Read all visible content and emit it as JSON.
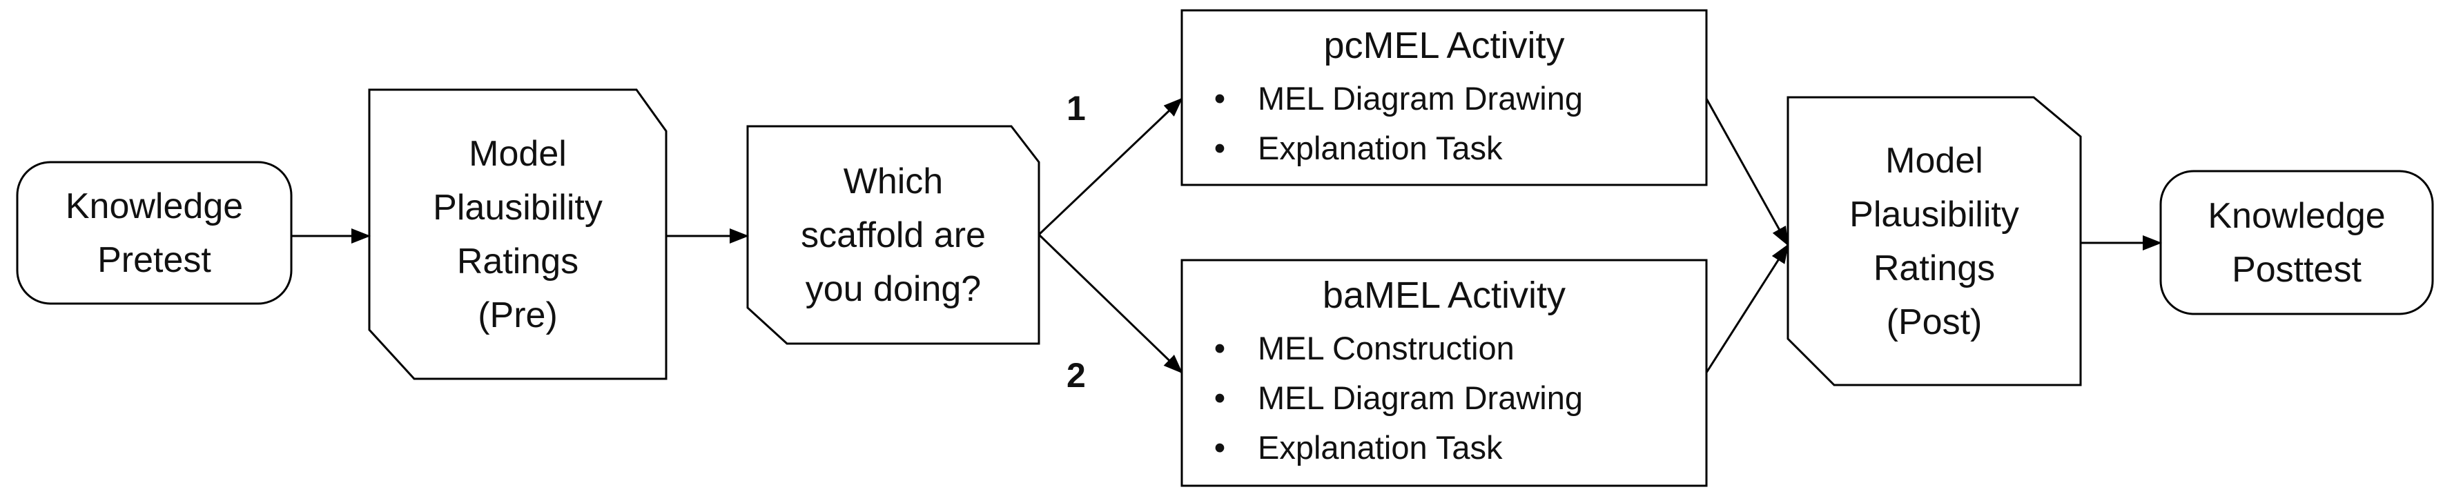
{
  "nodes": {
    "knowledge_pretest": [
      "Knowledge",
      "Pretest"
    ],
    "plausibility_pre": [
      "Model",
      "Plausibility",
      "Ratings",
      "(Pre)"
    ],
    "scaffold_question": [
      "Which",
      "scaffold are",
      "you doing?"
    ],
    "plausibility_post": [
      "Model",
      "Plausibility",
      "Ratings",
      "(Post)"
    ],
    "knowledge_posttest": [
      "Knowledge",
      "Posttest"
    ]
  },
  "activities": {
    "pcmel": {
      "title": "pcMEL Activity",
      "bullets": [
        "MEL Diagram Drawing",
        "Explanation Task"
      ]
    },
    "bamel": {
      "title": "baMEL Activity",
      "bullets": [
        "MEL Construction",
        "MEL Diagram Drawing",
        "Explanation Task"
      ]
    }
  },
  "branches": {
    "top": "1",
    "bottom": "2"
  },
  "bullet_symbol": "•"
}
